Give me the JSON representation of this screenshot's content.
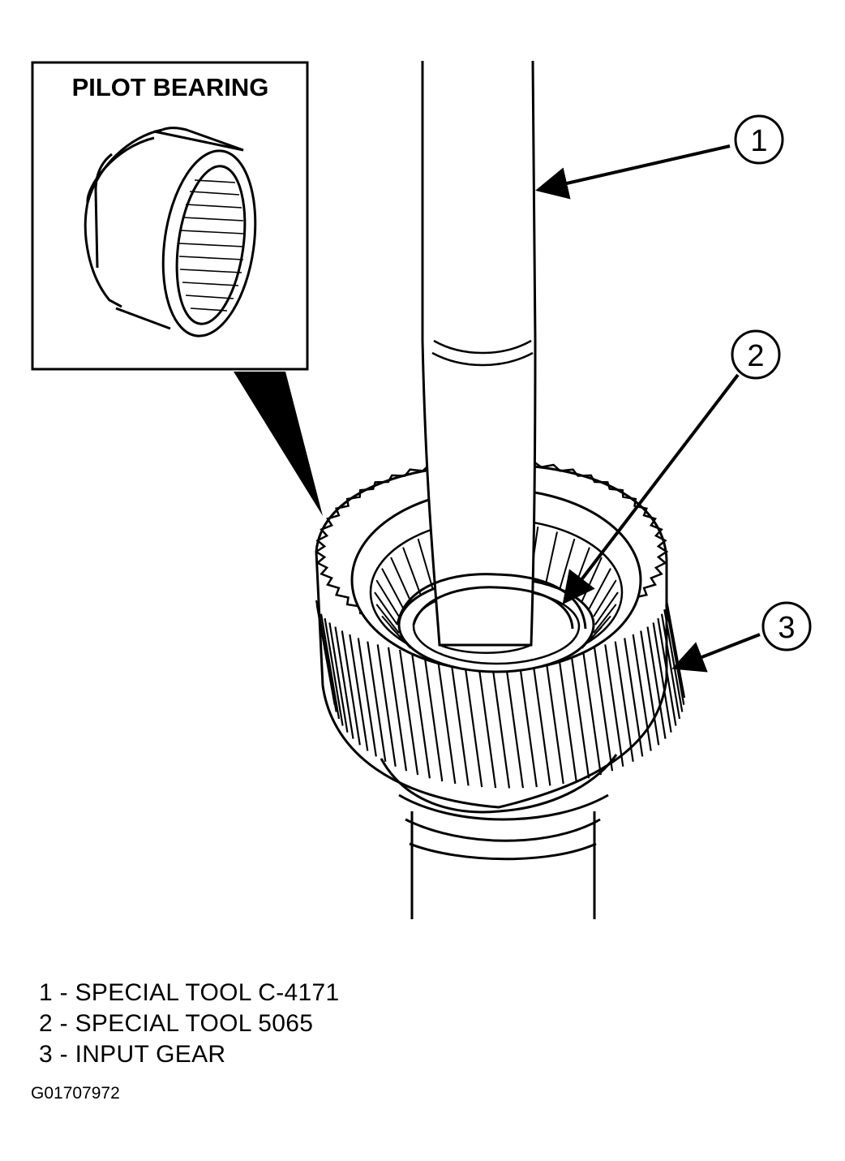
{
  "inset": {
    "title": "PILOT BEARING"
  },
  "callouts": [
    {
      "number": "1"
    },
    {
      "number": "2"
    },
    {
      "number": "3"
    }
  ],
  "legend": [
    {
      "number": "1",
      "separator": "-",
      "text": "SPECIAL TOOL C-4171"
    },
    {
      "number": "2",
      "separator": "-",
      "text": "SPECIAL TOOL 5065"
    },
    {
      "number": "3",
      "separator": "-",
      "text": "INPUT GEAR"
    }
  ],
  "figure_id": "G01707972"
}
